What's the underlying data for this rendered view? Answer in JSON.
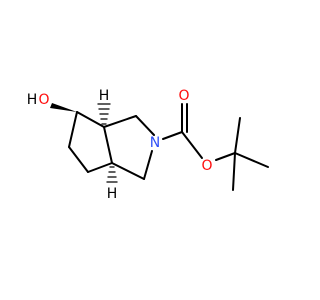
{
  "colors": {
    "background": "#ffffff",
    "bond": "#000000",
    "oxygen": "#ff0d0d",
    "nitrogen": "#3050f8",
    "hydrogen": "#000000"
  },
  "atoms": {
    "hydroxyl_oxygen": "O",
    "hydroxyl_hydrogen": "H",
    "ring_nitrogen": "N",
    "carbonyl_oxygen": "O",
    "ester_oxygen": "O",
    "stereo_h_top": "H",
    "stereo_h_bottom": "H"
  }
}
